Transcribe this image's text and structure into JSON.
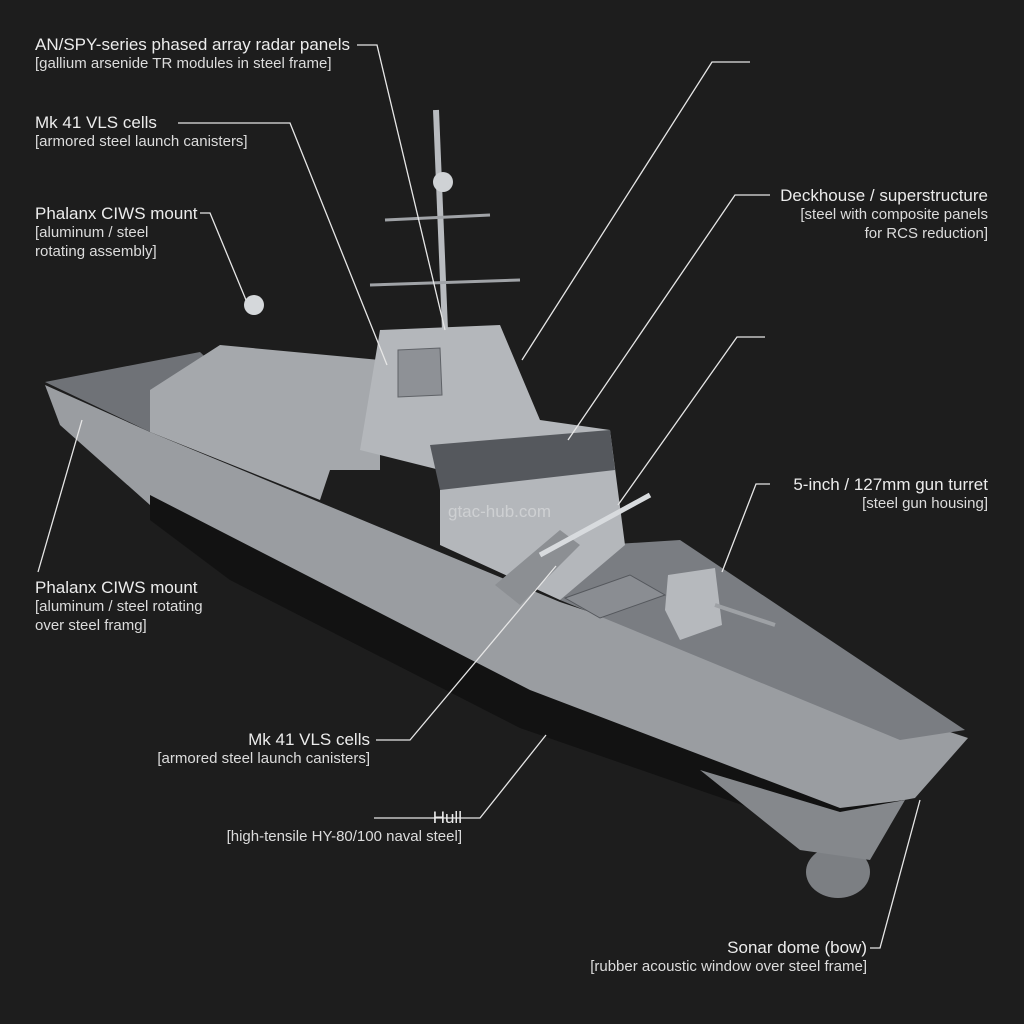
{
  "watermark": "gtac-hub.com",
  "labels": {
    "radar": {
      "title": "AN/SPY-series phased array radar panels",
      "sub": [
        "[gallium arsenide TR modules in steel frame]"
      ]
    },
    "vls_top": {
      "title": "Mk 41 VLS cells",
      "sub": [
        "[armored steel launch canisters]"
      ]
    },
    "ciws_top": {
      "title": "Phalanx CIWS mount",
      "sub": [
        "[aluminum / steel",
        "rotating assembly]"
      ]
    },
    "deckhouse": {
      "title": "Deckhouse / superstructure",
      "sub": [
        "[steel with composite panels",
        "for RCS reduction]"
      ]
    },
    "gun": {
      "title": "5-inch / 127mm gun turret",
      "sub": [
        "[steel gun housing]"
      ]
    },
    "ciws_bottom": {
      "title": "Phalanx CIWS mount",
      "sub": [
        "[aluminum / steel rotating",
        "over steel framg]"
      ]
    },
    "vls_bottom": {
      "title": "Mk 41 VLS cells",
      "sub": [
        "[armored steel launch canisters]"
      ]
    },
    "hull": {
      "title": "Hull",
      "sub": [
        "[high-tensile HY-80/100 naval steel]"
      ]
    },
    "sonar": {
      "title": "Sonar dome (bow)",
      "sub": [
        "[rubber acoustic window over steel frame]"
      ]
    }
  },
  "colors": {
    "background": "#1d1d1d",
    "hull": "#9a9da1",
    "deck": "#6f7277",
    "boot_topping": "#111111",
    "leader_line": "#e6e6e6"
  }
}
